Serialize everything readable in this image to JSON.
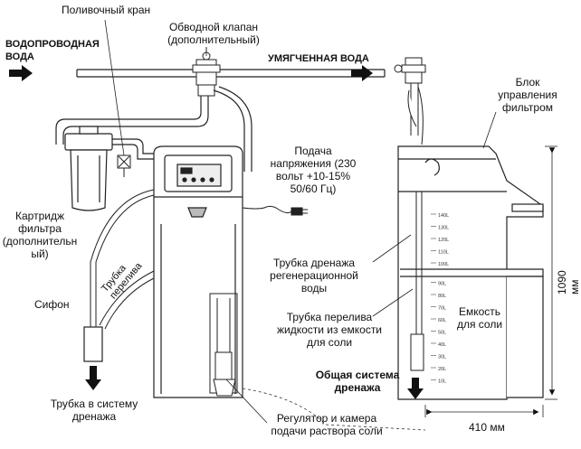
{
  "labels": {
    "garden_tap": "Поливочный кран",
    "bypass_valve": "Обводной клапан\n(дополнительный)",
    "water_supply": "ВОДОПРОВОДНАЯ\nВОДА",
    "softened_water": "УМЯГЧЕННАЯ ВОДА",
    "control_unit": "Блок\nуправления\nфильтром",
    "power_supply": "Подача\nнапряжения (230\nвольт +10-15%\n50/60 Гц)",
    "filter_cartridge": "Картридж\nфильтра\n(дополнительн\nый)",
    "overflow_tube": "Трубка\nперелива",
    "siphon": "Сифон",
    "drain_tube": "Трубка в систему\nдренажа",
    "regen_drain_tube": "Трубка дренажа\nрегенерационной\nводы",
    "overflow_salt_tube": "Трубка перелива\nжидкости из емкости\nдля соли",
    "salt_tank": "Емкость\nдля соли",
    "general_drain": "Общая система\nдренажа",
    "brine_regulator": "Регулятор и камера\nподачи раствора соли",
    "height_dim": "1090 мм",
    "width_dim": "410 мм"
  },
  "tank_scale": [
    "140L",
    "130L",
    "120L",
    "110L",
    "100L",
    "90L",
    "80L",
    "70L",
    "60L",
    "50L",
    "40L",
    "30L",
    "20L",
    "10L"
  ]
}
